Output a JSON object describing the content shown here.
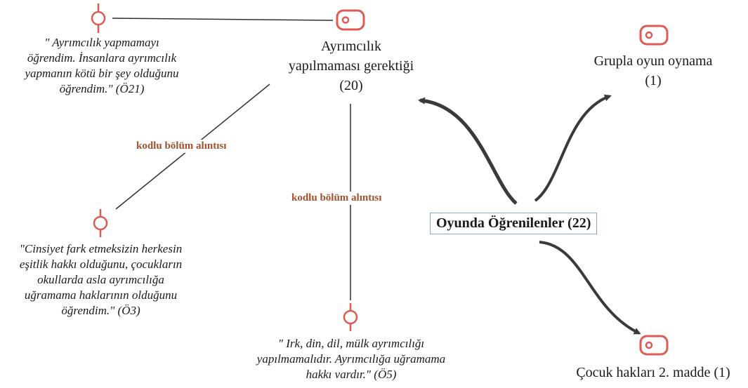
{
  "central": {
    "label": "Oyunda Öğrenilenler (22)"
  },
  "codes": {
    "ayrimcilik": {
      "line1": "Ayrımcılık",
      "line2": "yapılmaması gerektiği",
      "line3": "(20)"
    },
    "grupla": {
      "line1": "Grupla oyun oynama",
      "line2": "(1)"
    },
    "cocuk": {
      "label": "Çocuk hakları 2. madde (1)"
    }
  },
  "quotes": {
    "o21": {
      "lines": [
        "\" Ayrımcılık yapmamayı",
        "öğrendim. İnsanlara ayrımcılık",
        "yapmanın kötü bir şey olduğunu",
        "öğrendim.\" (Ö21)"
      ]
    },
    "o3": {
      "lines": [
        "\"Cinsiyet fark etmeksizin herkesin",
        "eşitlik hakkı olduğunu, çocukların",
        "okullarda  asla ayrımcılığa",
        "uğramama haklarının olduğunu",
        "öğrendim.\" (Ö3)"
      ]
    },
    "o5": {
      "lines": [
        "\" Irk, din, dil, mülk ayrımcılığı",
        "yapılmamalıdır. Ayrımcılığa uğramama",
        "hakkı vardır.\" (Ö5)"
      ]
    }
  },
  "link_labels": {
    "left": "kodlu bölüm alıntısı",
    "middle": "kodlu bölüm alıntısı"
  },
  "colors": {
    "icon_red": "#e05a55",
    "arrow": "#3a3a3a",
    "link_label_text": "#a0522d",
    "central_border": "#8aa6d8"
  },
  "icons": {
    "code": "code-tag-icon",
    "quote": "quote-pin-icon"
  }
}
